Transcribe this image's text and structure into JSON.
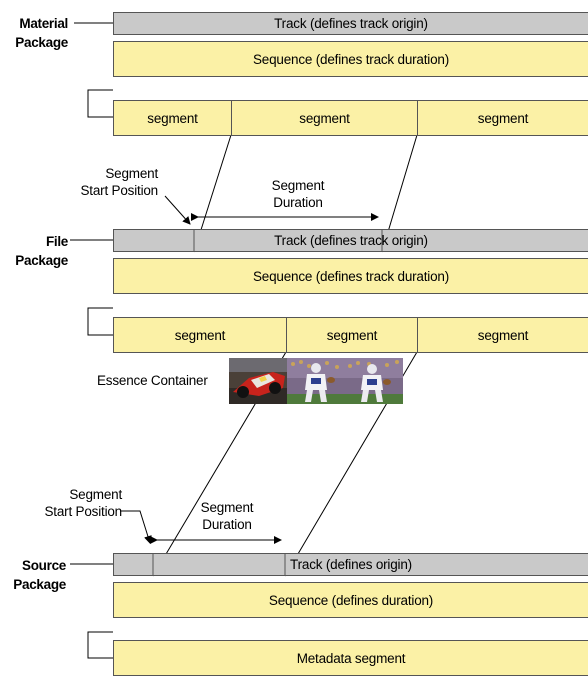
{
  "material_package": {
    "label_line1": "Material",
    "label_line2": "Package",
    "track": "Track (defines track origin)",
    "sequence": "Sequence (defines track duration)",
    "segments": [
      "segment",
      "segment",
      "segment"
    ]
  },
  "file_package": {
    "label_line1": "File",
    "label_line2": "Package",
    "track": "Track (defines track origin)",
    "sequence": "Sequence (defines track duration)",
    "segments": [
      "segment",
      "segment",
      "segment"
    ],
    "essence_container": "Essence Container"
  },
  "source_package": {
    "label_line1": "Source",
    "label_line2": "Package",
    "track": "Track (defines origin)",
    "sequence": "Sequence (defines duration)",
    "metadata_segment": "Metadata segment"
  },
  "annotations": {
    "upper_start_line1": "Segment",
    "upper_start_line2": "Start Position",
    "upper_duration_line1": "Segment",
    "upper_duration_line2": "Duration",
    "lower_start_line1": "Segment",
    "lower_start_line2": "Start Position",
    "lower_duration_line1": "Segment",
    "lower_duration_line2": "Duration"
  },
  "colors": {
    "track_fill": "#c9c9c9",
    "sequence_fill": "#fbf1a6",
    "outline": "#555555"
  },
  "icons": [
    "race-car-thumbnail",
    "football-player-thumbnail",
    "football-player-thumbnail"
  ]
}
